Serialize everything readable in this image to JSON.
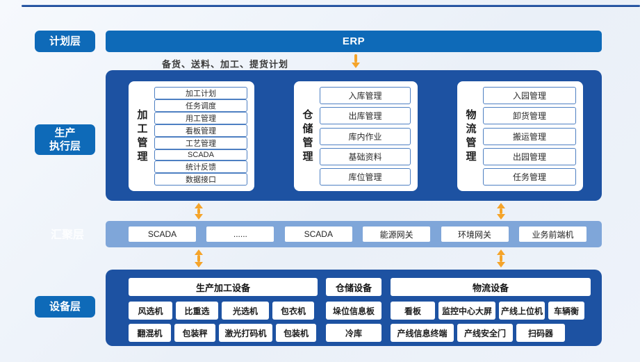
{
  "colors": {
    "primary_blue": "#0e6ab8",
    "deep_blue": "#1d52a2",
    "aggregation_bar_blue": "#7fa6d9",
    "arrow_orange": "#f5a42a",
    "background": "#eef3fa"
  },
  "layer_labels": {
    "planning": "计划层",
    "execution": "生产\n执行层",
    "aggregation": "汇聚层",
    "device": "设备层"
  },
  "planning_layer": {
    "erp_label": "ERP",
    "plan_note": "备货、送料、加工、提货计划"
  },
  "execution_layer": {
    "modules": [
      {
        "title": "加工管理",
        "items": [
          "加工计划",
          "任务调度",
          "用工管理",
          "看板管理",
          "工艺管理",
          "SCADA",
          "统计反馈",
          "数据接口"
        ]
      },
      {
        "title": "仓储管理",
        "items": [
          "入库管理",
          "出库管理",
          "库内作业",
          "基础资料",
          "库位管理"
        ]
      },
      {
        "title": "物流管理",
        "items": [
          "入园管理",
          "卸货管理",
          "搬运管理",
          "出园管理",
          "任务管理"
        ]
      }
    ]
  },
  "aggregation_layer": {
    "nodes": [
      "SCADA",
      "......",
      "SCADA",
      "能源网关",
      "环境网关",
      "业务前端机"
    ]
  },
  "device_layer": {
    "groups": [
      {
        "header": "生产加工设备",
        "rows": [
          [
            "风选机",
            "比重选",
            "光选机",
            "包衣机"
          ],
          [
            "翻混机",
            "包装秤",
            "激光打码机",
            "包装机"
          ]
        ]
      },
      {
        "header": "仓储设备",
        "rows": [
          [
            "垛位信息板"
          ],
          [
            "冷库"
          ]
        ]
      },
      {
        "header": "物流设备",
        "rows": [
          [
            "看板",
            "监控中心大屏",
            "产线上位机",
            "车辆衡"
          ],
          [
            "产线信息终端",
            "产线安全门",
            "扫码器"
          ]
        ]
      }
    ]
  }
}
